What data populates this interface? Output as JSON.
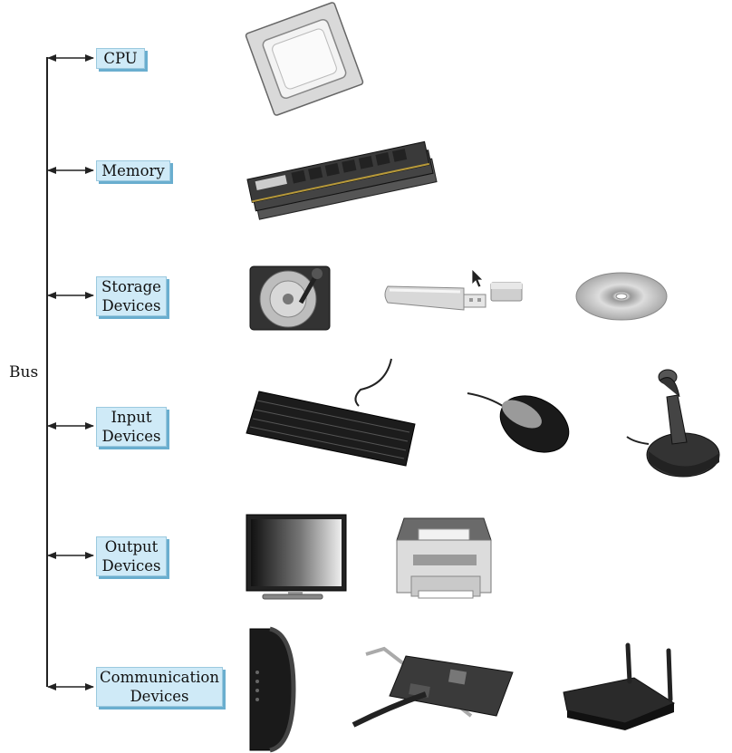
{
  "bus": {
    "label": "Bus"
  },
  "components": [
    {
      "key": "cpu",
      "lines": [
        "CPU"
      ],
      "devices": [
        "cpu-chip"
      ]
    },
    {
      "key": "memory",
      "lines": [
        "Memory"
      ],
      "devices": [
        "ram-modules"
      ]
    },
    {
      "key": "storage",
      "lines": [
        "Storage",
        "Devices"
      ],
      "devices": [
        "hard-disk",
        "usb-flash-drive",
        "optical-disc"
      ]
    },
    {
      "key": "input",
      "lines": [
        "Input",
        "Devices"
      ],
      "devices": [
        "keyboard",
        "mouse",
        "joystick"
      ]
    },
    {
      "key": "output",
      "lines": [
        "Output",
        "Devices"
      ],
      "devices": [
        "monitor",
        "printer"
      ]
    },
    {
      "key": "communication",
      "lines": [
        "Communication",
        "Devices"
      ],
      "devices": [
        "cable-modem",
        "network-card",
        "wireless-router"
      ]
    }
  ],
  "colors": {
    "box_fill": "#cfeaf7",
    "box_shadow": "#6aaecf",
    "line": "#222222"
  }
}
